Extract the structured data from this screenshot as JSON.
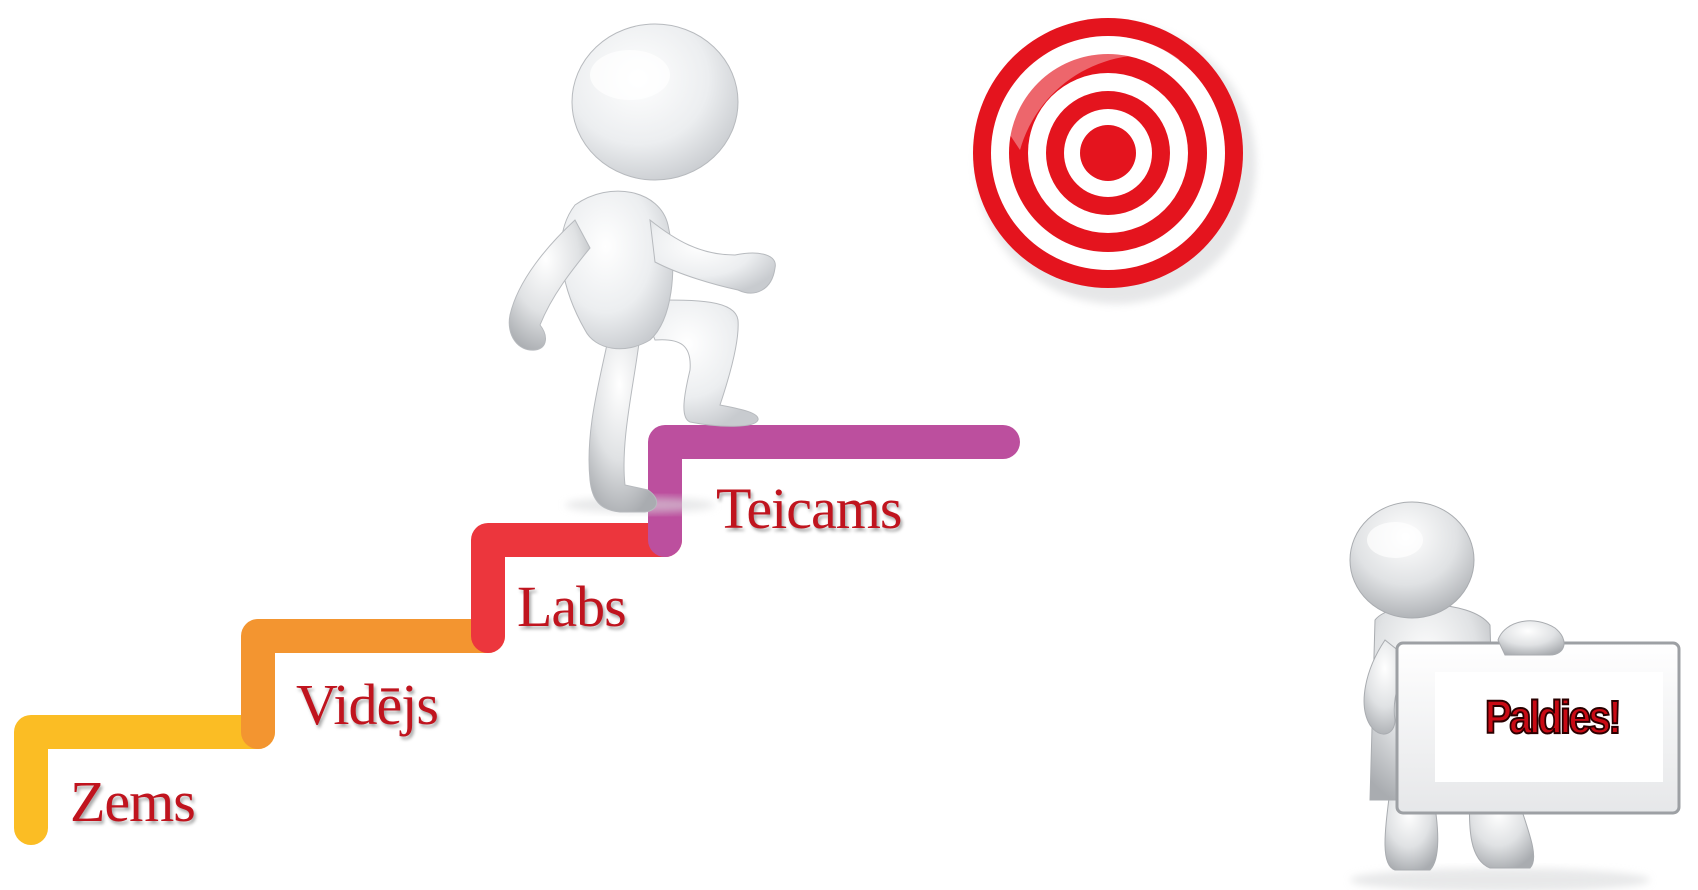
{
  "steps": [
    {
      "label": "Zems",
      "color": "#fbbd24"
    },
    {
      "label": "Vidējs",
      "color": "#f39530"
    },
    {
      "label": "Labs",
      "color": "#ec363d"
    },
    {
      "label": "Teicams",
      "color": "#bc4f9e"
    }
  ],
  "sign": {
    "text": "Paldies!"
  },
  "colors": {
    "label_text": "#c0141e",
    "target_red": "#e4141e",
    "figure": "#e4e6e8"
  },
  "icons": [
    "climbing-figure",
    "target-icon",
    "figure-holding-sign"
  ]
}
